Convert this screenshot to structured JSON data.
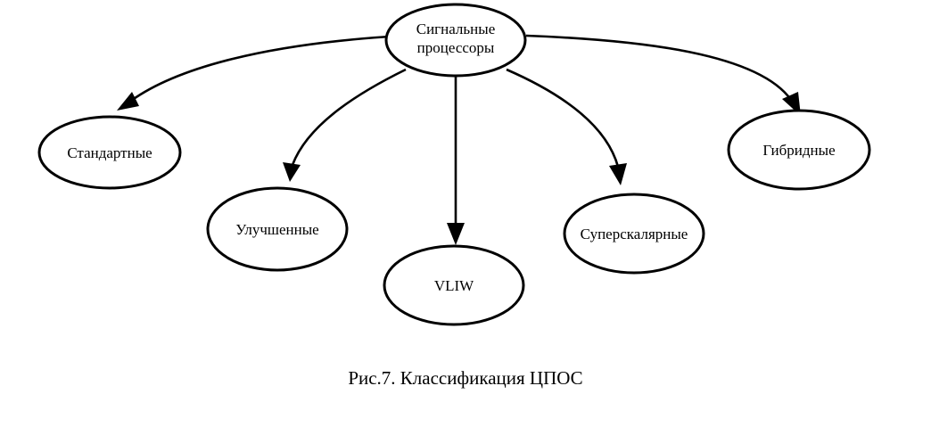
{
  "diagram": {
    "root": {
      "line1": "Сигнальные",
      "line2": "процессоры"
    },
    "nodes": {
      "standard": "Стандартные",
      "improved": "Улучшенные",
      "vliw": "VLIW",
      "superscalar": "Суперскалярные",
      "hybrid": "Гибридные"
    }
  },
  "caption": "Рис.7. Классификация ЦПОС",
  "colors": {
    "stroke": "#000000",
    "background": "#ffffff"
  }
}
